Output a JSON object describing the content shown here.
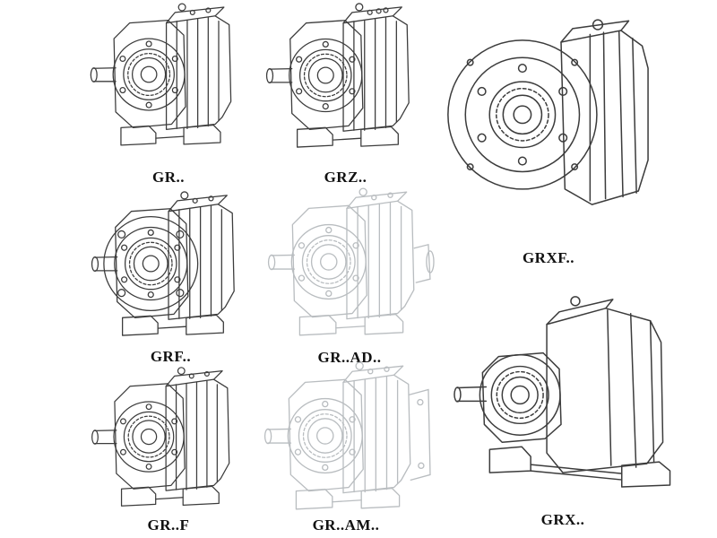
{
  "page": {
    "background": "#ffffff",
    "line_color": "#3c3c3c",
    "light_line_color": "#b9bdc0",
    "description": "Catalog sheet of GR series helical gear reducer variants, isometric technical line drawings"
  },
  "products": [
    {
      "id": "gr",
      "label": "GR.."
    },
    {
      "id": "grz",
      "label": "GRZ.."
    },
    {
      "id": "grxf",
      "label": "GRXF.."
    },
    {
      "id": "grf",
      "label": "GRF.."
    },
    {
      "id": "grad",
      "label": "GR..AD.."
    },
    {
      "id": "grfoot",
      "label": "GR..F"
    },
    {
      "id": "gram",
      "label": "GR..AM.."
    },
    {
      "id": "grx",
      "label": "GRX.."
    }
  ]
}
